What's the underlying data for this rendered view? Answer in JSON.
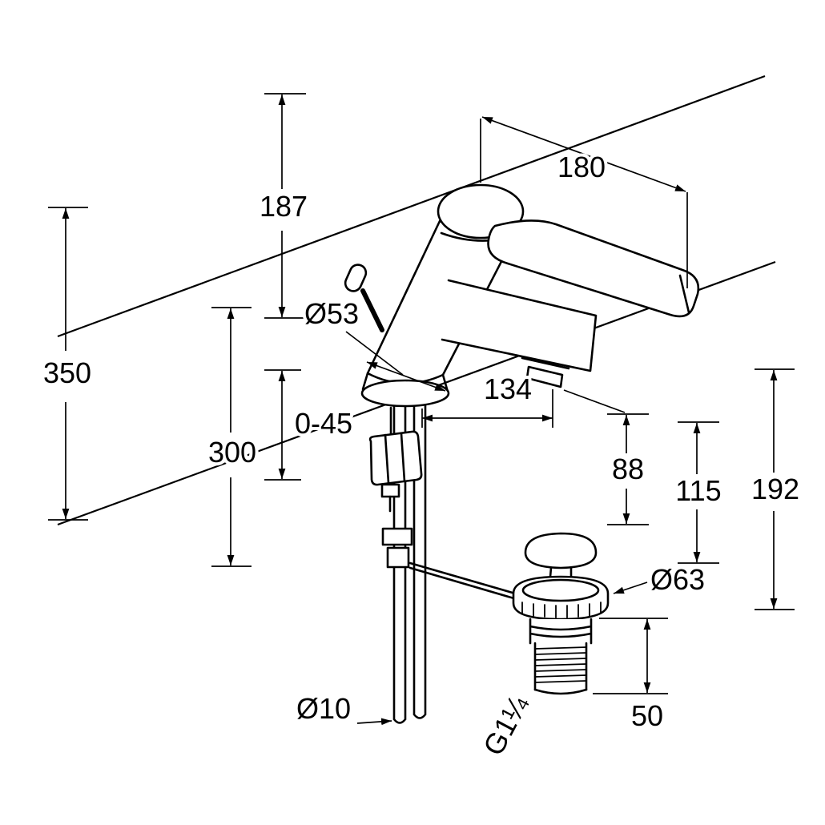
{
  "page": {
    "background_color": "#ffffff",
    "line_color": "#000000"
  },
  "dimensions": {
    "d187": "187",
    "d180": "180",
    "d350": "350",
    "d300": "300",
    "d0_45": "0-45",
    "d53": "Ø53",
    "d134": "134",
    "d88": "88",
    "d115": "115",
    "d192": "192",
    "d63": "Ø63",
    "d10": "Ø10",
    "g_thread": "G1¼",
    "d50": "50"
  }
}
